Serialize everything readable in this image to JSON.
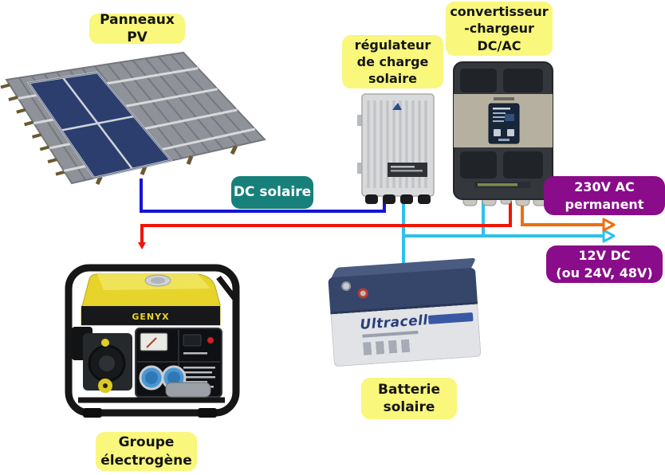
{
  "colors": {
    "label-yellow": "#f9f77c",
    "label-teal": "#17807a",
    "label-purple": "#8a0c8a",
    "wire-blue": "#1513d8",
    "wire-red": "#ee1506",
    "wire-cyan": "#2ec0ee",
    "wire-orange": "#ed6f0e",
    "ink-dark": "#151515",
    "ink-light": "#ffffff"
  },
  "labels": {
    "panneaux_pv": {
      "text": "Panneaux PV"
    },
    "regulateur": {
      "line1": "régulateur",
      "line2": "de charge",
      "line3": "solaire"
    },
    "convertisseur": {
      "line1": "convertisseur",
      "line2": "-chargeur",
      "line3": "DC/AC"
    },
    "dc_solaire": {
      "text": "DC solaire"
    },
    "ac_230v": {
      "line1": "230V AC",
      "line2": "permanent"
    },
    "dc_12v": {
      "line1": "12V DC",
      "line2": "(ou 24V, 48V)"
    },
    "batterie": {
      "line1": "Batterie",
      "line2": "solaire"
    },
    "groupe": {
      "line1": "Groupe",
      "line2": "électrogène"
    }
  },
  "devices": {
    "battery": {
      "brand": "Ultracell"
    },
    "generator": {
      "brand": "GENYX"
    }
  }
}
